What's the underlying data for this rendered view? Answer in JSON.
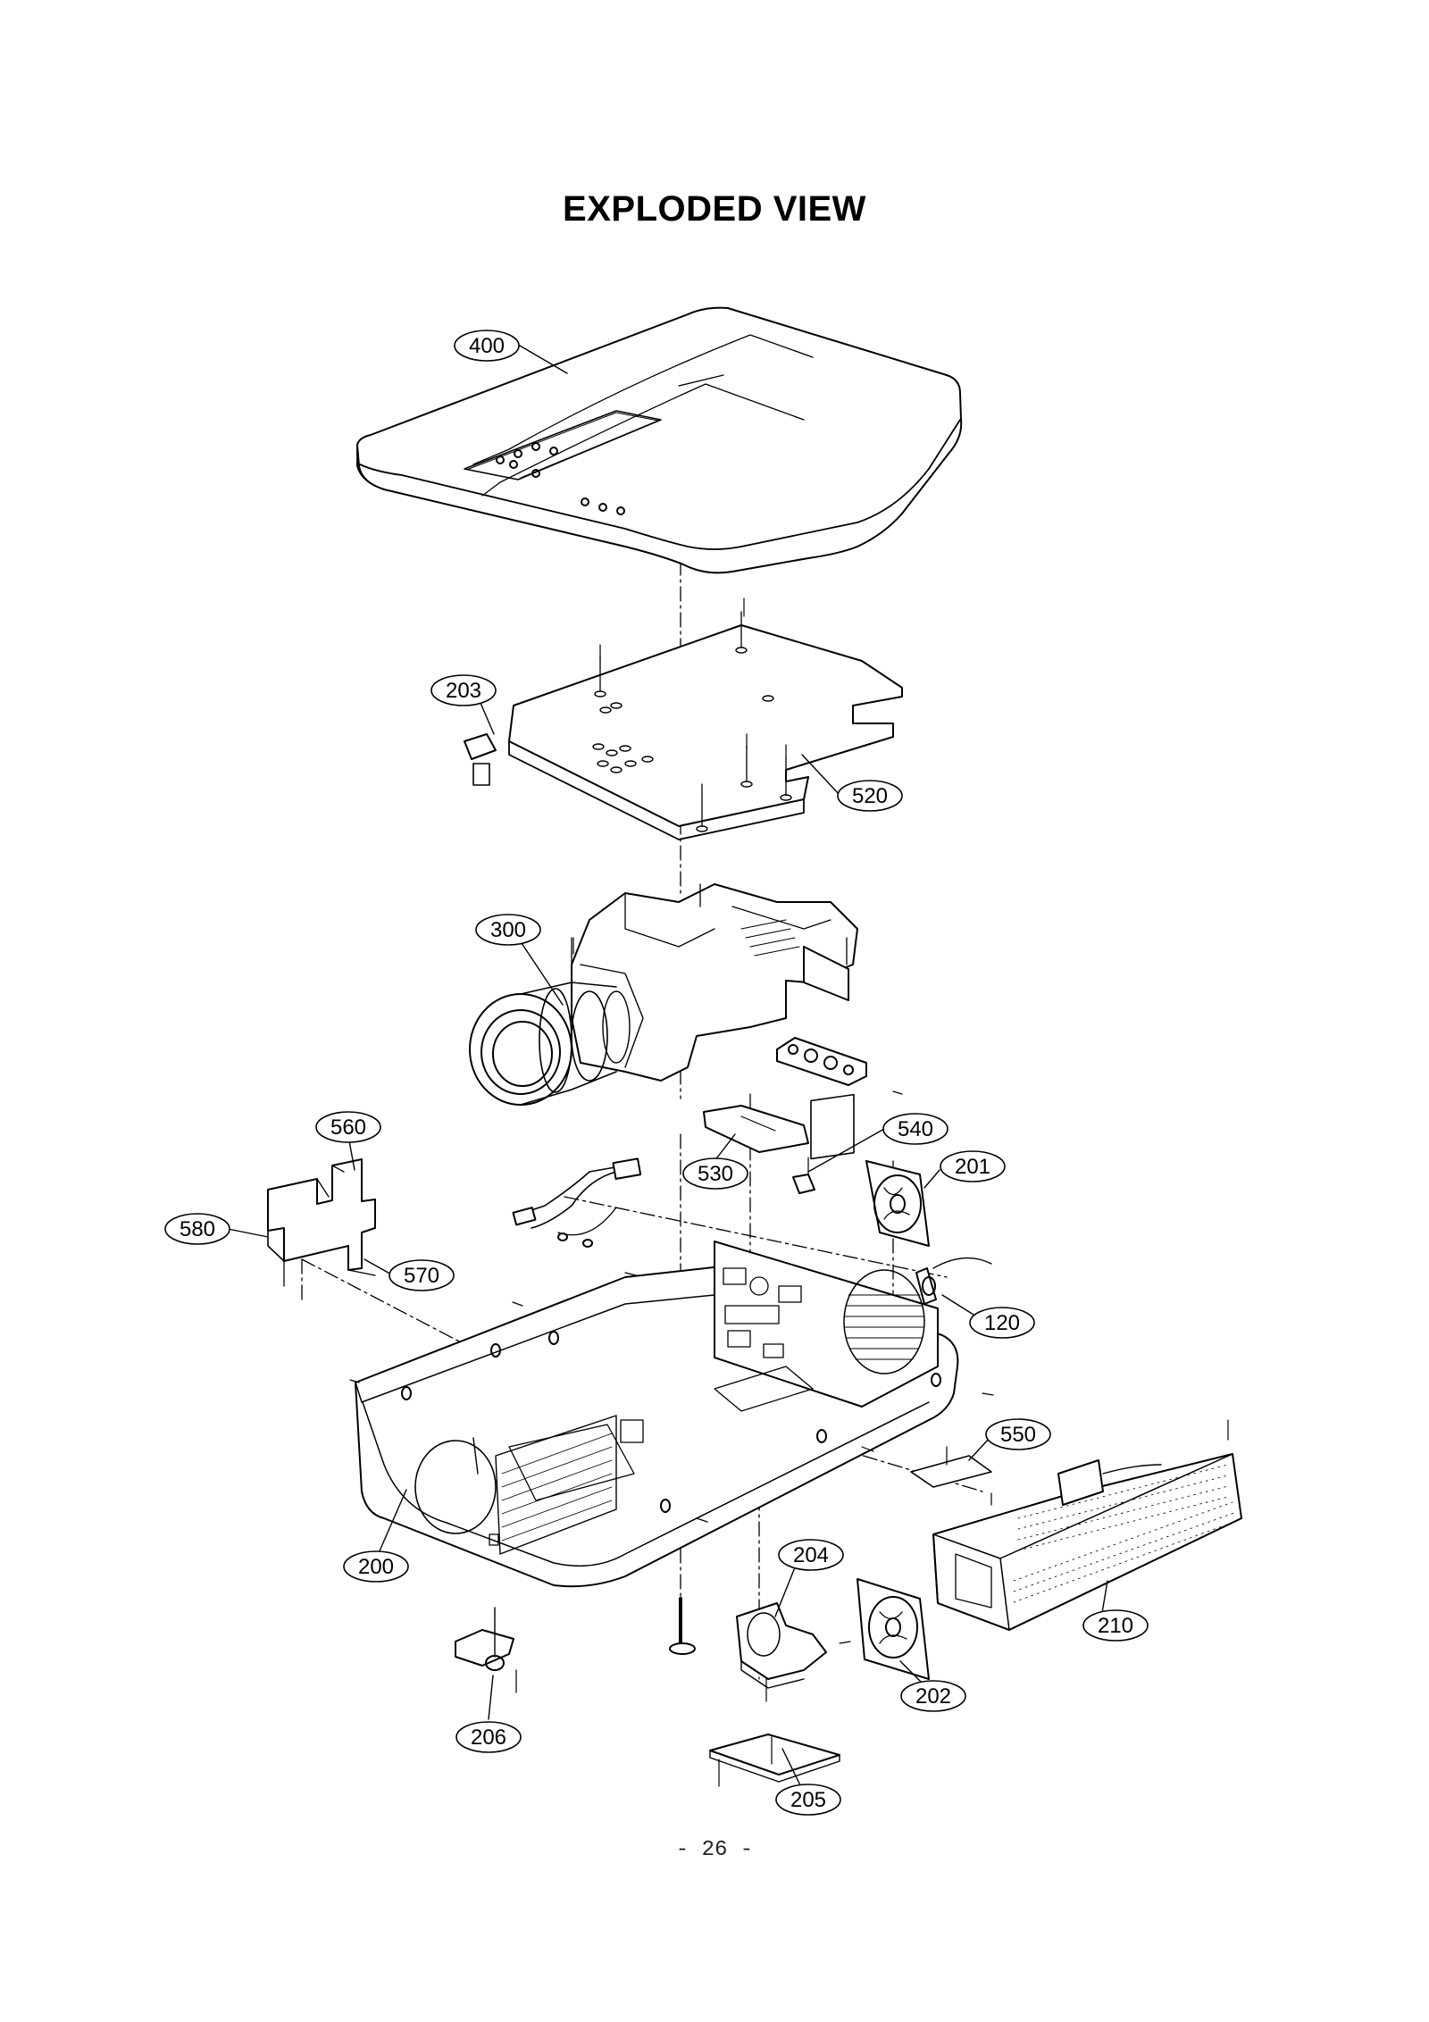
{
  "title": "EXPLODED VIEW",
  "page_number": "- 26 -",
  "callouts": [
    "400",
    "203",
    "520",
    "300",
    "560",
    "540",
    "201",
    "530",
    "580",
    "570",
    "120",
    "550",
    "200",
    "204",
    "210",
    "202",
    "206",
    "205"
  ]
}
